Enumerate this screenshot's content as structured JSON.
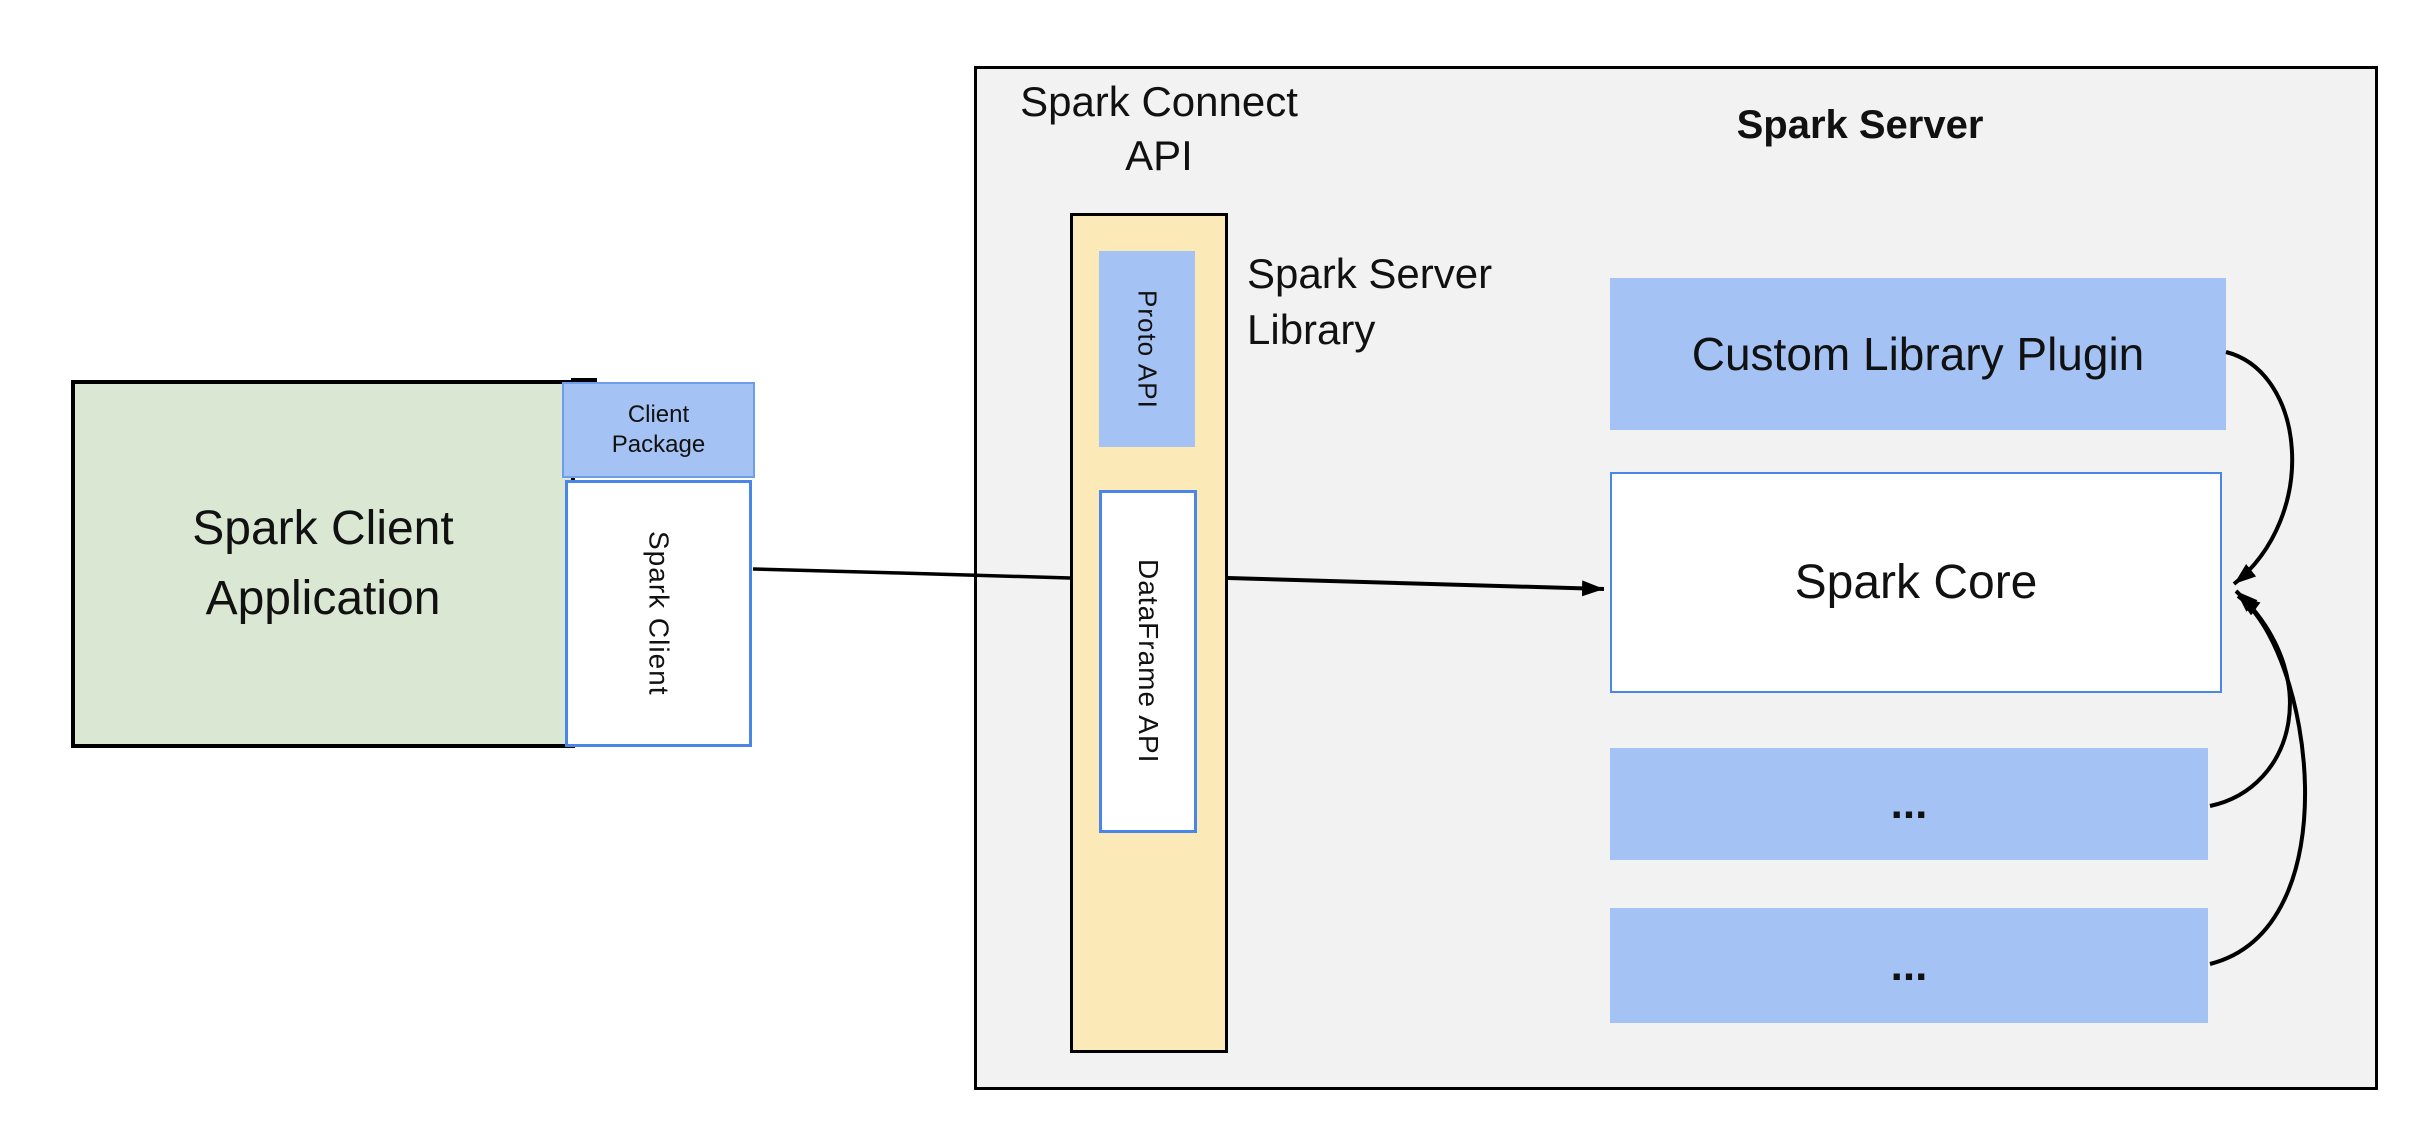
{
  "colors": {
    "green_fill": "#d9e7d3",
    "blue_fill": "#a4c2f4",
    "yellow_fill": "#fce9b8",
    "gray_fill": "#f2f2f2",
    "blue_border": "#4a86e8",
    "blue_border_soft": "#6d9eeb",
    "line": "#000000"
  },
  "nodes": {
    "spark_client_application": "Spark Client Application",
    "client_package": "Client Package",
    "spark_client": "Spark Client",
    "spark_connect_api": "Spark Connect API",
    "spark_server": "Spark Server",
    "spark_server_library": "Spark Server Library",
    "proto_api": "Proto API",
    "dataframe_api": "DataFrame API",
    "custom_library_plugin": "Custom Library Plugin",
    "spark_core": "Spark Core",
    "module_placeholder_1": "...",
    "module_placeholder_2": "..."
  }
}
